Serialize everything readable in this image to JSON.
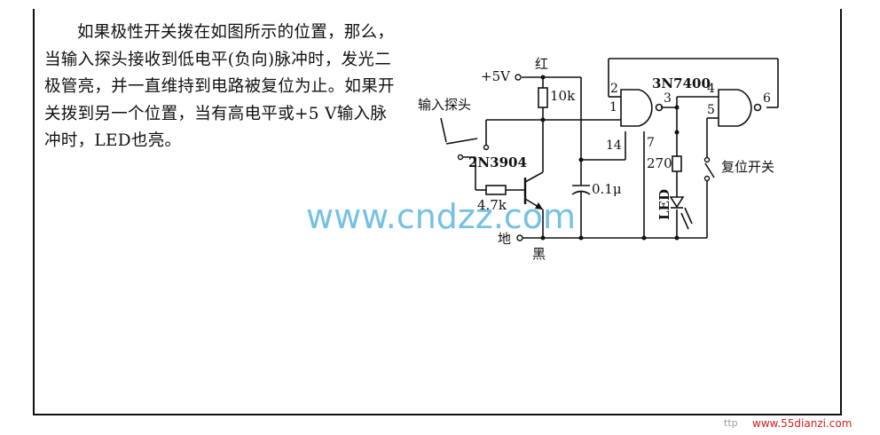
{
  "description": "如果极性开关拨在如图所示的位置，那么，当输入探头接收到低电平(负向)脉冲时，发光二极管亮，并一直维持到电路被复位为止。如果开关拨到另一个位置，当有高电平或+5 V输入脉冲时，LED也亮。",
  "labels": {
    "vcc": "+5V",
    "red": "红",
    "black": "黑",
    "ground": "地",
    "r10k": "10k",
    "r47k": "4.7k",
    "r270": "270",
    "cap": "0.1μ",
    "transistor": "2N3904",
    "ic": "3N7400",
    "probe": "输入探头",
    "led": "LED",
    "reset": "复位开关"
  },
  "pins": {
    "p1": "1",
    "p2": "2",
    "p3": "3",
    "p4": "4",
    "p5": "5",
    "p6": "6",
    "p7": "7",
    "p14": "14"
  },
  "watermark": {
    "main": "www.cndzz.com",
    "bottom": "www.55dianzi.com",
    "left": "ttp"
  },
  "colors": {
    "watermark": "#3fa9dc",
    "watermark_red": "#cc2222"
  }
}
